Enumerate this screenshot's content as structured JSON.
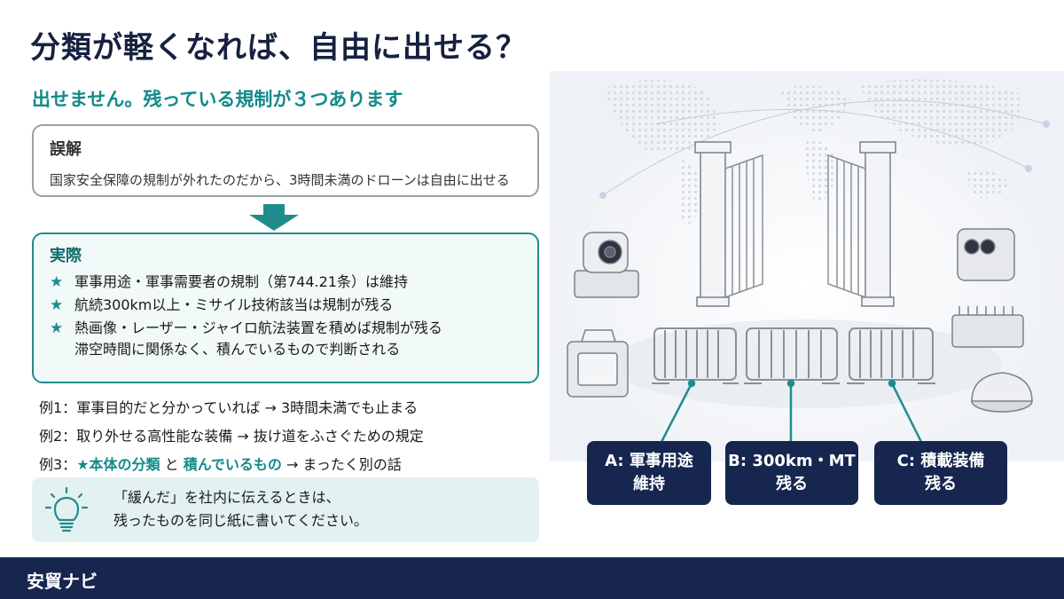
{
  "title": "分類が軽くなれば、自由に出せる？",
  "subtitle": "出せません。残っている規制が３つあります",
  "misconception": {
    "heading": "誤解",
    "body": "国家安全保障の規制が外れたのだから、3時間未満のドローンは自由に出せる"
  },
  "reality": {
    "heading": "実際",
    "items": [
      {
        "icon": "star",
        "text": "軍事用途・軍事需要者の規制（第744.21条）は維持"
      },
      {
        "icon": "star",
        "text": "航続300km以上・ミサイル技術該当は規制が残る"
      },
      {
        "icon": "star",
        "text": "熱画像・レーザー・ジャイロ航法装置を積めば規制が残る"
      }
    ],
    "continuation": "滞空時間に関係なく、積んでいるもので判断される"
  },
  "examples": [
    {
      "label": "例1：",
      "text": "軍事目的だと分かっていれば → 3時間未満でも止まる"
    },
    {
      "label": "例2：",
      "text": "取り外せる高性能な装備 → 抜け道をふさぐための規定"
    },
    {
      "label": "例3：",
      "part1": "★本体の分類",
      "mid": " と ",
      "part2": "積んでいるもの",
      "rest": " → まったく別の話"
    }
  ],
  "tip": {
    "icon": "lightbulb-icon",
    "line1": "「緩んだ」を社内に伝えるときは、",
    "line2": "残ったものを同じ紙に書いてください。"
  },
  "labels": [
    {
      "line1": "A: 軍事用途",
      "line2": "維持"
    },
    {
      "line1": "B: 300km・MT",
      "line2": "残る"
    },
    {
      "line1": "C: 積載装備",
      "line2": "残る"
    }
  ],
  "footer": {
    "brand": "安貿ナビ"
  },
  "colors": {
    "navy": "#16264f",
    "teal": "#138a8a",
    "tip_bg": "#e4f1f1"
  }
}
